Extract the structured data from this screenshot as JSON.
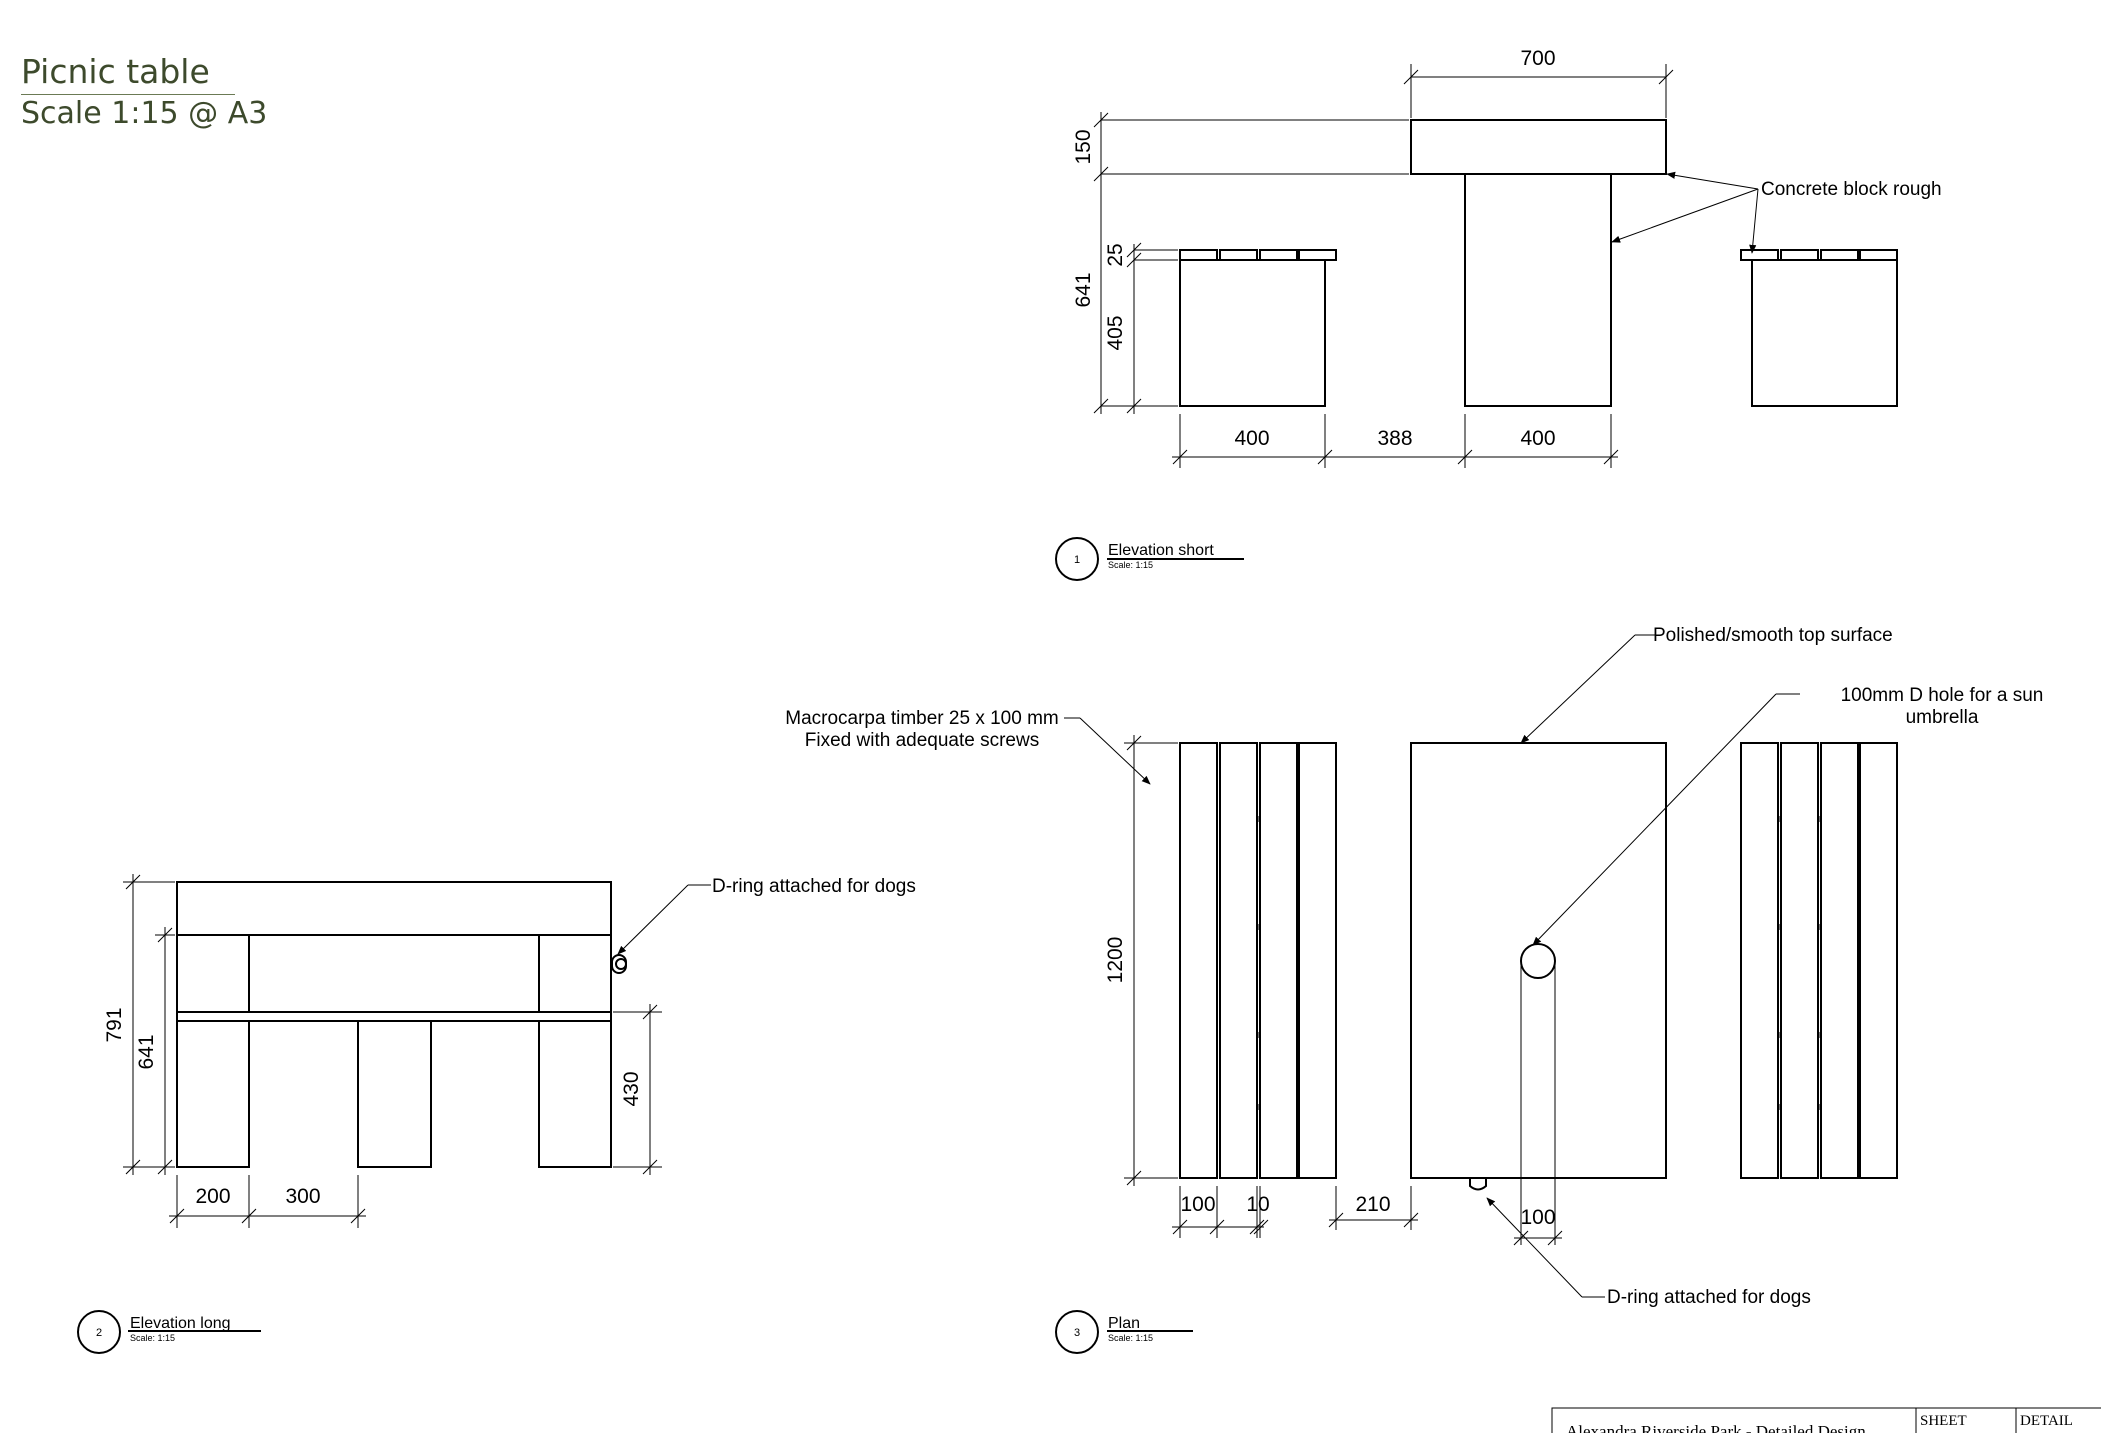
{
  "sheet": {
    "title": "Picnic table",
    "scale": "Scale 1:15 @ A3"
  },
  "views": {
    "elevation_short": {
      "number": "1",
      "name": "Elevation short",
      "scale": "Scale: 1:15",
      "dims": {
        "top_width": "700",
        "top_thickness": "150",
        "overall_height": "641",
        "slat_thickness": "25",
        "seat_height": "405",
        "seat_width_left": "400",
        "gap": "388",
        "pedestal_width": "400"
      },
      "note_concrete": "Concrete block rough"
    },
    "elevation_long": {
      "number": "2",
      "name": "Elevation long",
      "scale": "Scale: 1:15",
      "dims": {
        "overall_height": "791",
        "body_height": "641",
        "seat_height": "430",
        "leg_width": "200",
        "leg_gap": "300"
      },
      "note_dring": "D-ring attached for dogs"
    },
    "plan": {
      "number": "3",
      "name": "Plan",
      "scale": "Scale: 1:15",
      "dims": {
        "length": "1200",
        "slat_width": "100",
        "slat_gap": "10",
        "bench_gap": "210",
        "hole_offset": "100"
      },
      "note_timber_line1": "Macrocarpa timber 25 x 100 mm",
      "note_timber_line2": "Fixed with adequate screws",
      "note_surface": "Polished/smooth top surface",
      "note_hole_line1": "100mm D hole for a sun",
      "note_hole_line2": "umbrella",
      "note_dring": "D-ring attached for dogs"
    }
  },
  "title_block": {
    "project": "Alexandra Riverside Park - Detailed Design",
    "sheet_label": "SHEET",
    "detail_label": "DETAIL"
  }
}
